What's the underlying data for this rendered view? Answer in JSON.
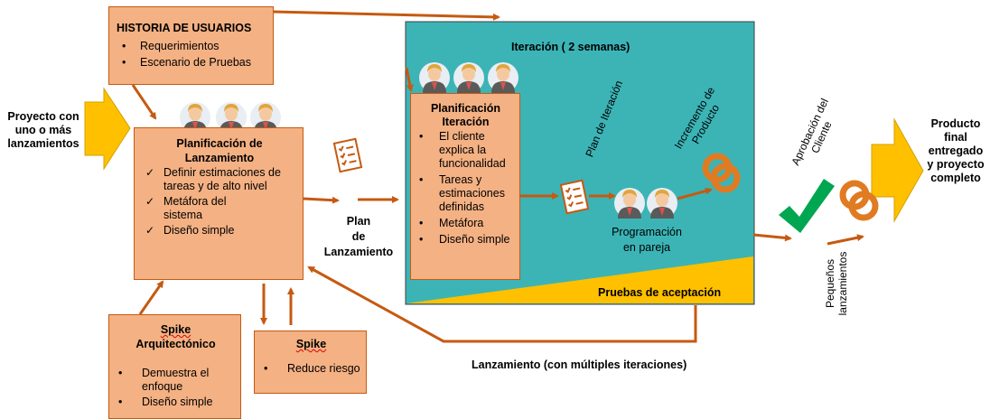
{
  "historia": {
    "title": "HISTORIA DE USUARIOS",
    "items": [
      "Requerimientos",
      "Escenario de Pruebas"
    ]
  },
  "proyecto": "Proyecto con uno o más lanzamientos",
  "plan_lanz_box": {
    "title_line1": "Planificación de",
    "title_line2": "Lanzamiento",
    "items": [
      "Definir estimaciones de tareas y de alto nivel",
      "Metáfora del sistema",
      "Diseño simple"
    ]
  },
  "plan_label": {
    "l1": "Plan",
    "l2": "de",
    "l3": "Lanzamiento"
  },
  "iteracion": {
    "title": "Iteración ( 2 semanas)",
    "plan_iteracion": "Plan de Iteración",
    "incremento_l1": "Incremento de",
    "incremento_l2": "Producto",
    "programacion_l1": "Programación",
    "programacion_l2": "en pareja",
    "pruebas": "Pruebas de aceptación"
  },
  "plan_iter_box": {
    "title_line1": "Planificación",
    "title_line2": "Iteración",
    "items": [
      "El cliente explica la funcionalidad",
      "Tareas y estimaciones definidas",
      "Metáfora",
      "Diseño simple"
    ]
  },
  "spike_arq": {
    "title_line1": "Spike",
    "title_line2": "Arquitectónico",
    "items": [
      "Demuestra el enfoque",
      "Diseño simple"
    ]
  },
  "spike": {
    "title": "Spike",
    "items": [
      "Reduce riesgo"
    ]
  },
  "lanzamiento": "Lanzamiento (con múltiples iteraciones)",
  "aprobacion_l1": "Aprobación del",
  "aprobacion_l2": "Cliente",
  "pequenos_l1": "Pequeños",
  "pequenos_l2": "lanzamientos",
  "producto_final": {
    "l1": "Producto",
    "l2": "final",
    "l3": "entregado",
    "l4": "y proyecto",
    "l5": "completo"
  },
  "colors": {
    "teal": "#3cb4b6",
    "salmon": "#f4b183",
    "arrow": "#c55a11",
    "yellow": "#ffc000",
    "green": "#00a650"
  }
}
